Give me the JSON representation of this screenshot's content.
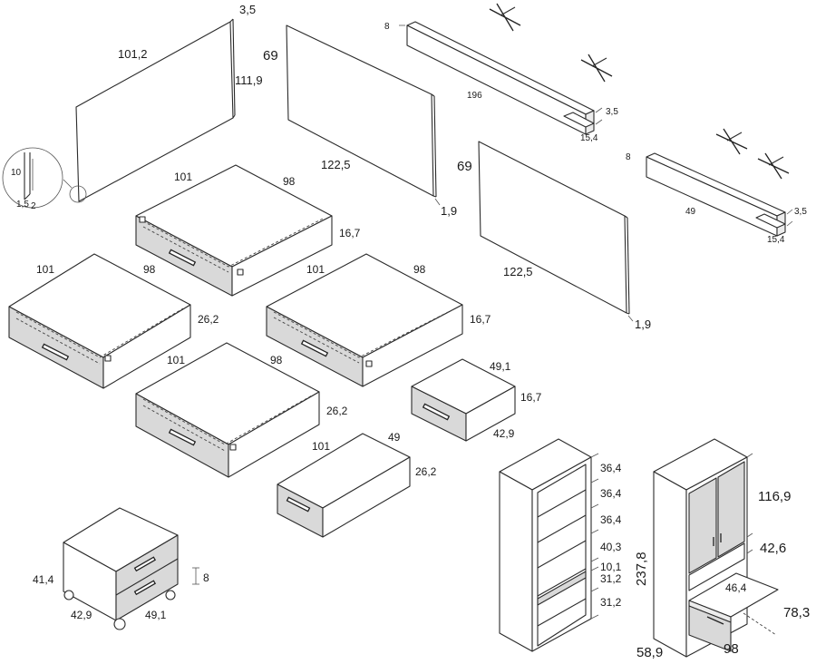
{
  "panel_1": {
    "width": "101,2",
    "height": "111,9",
    "thickness": "3,5"
  },
  "detail": {
    "top": "10",
    "left": "1,5",
    "right": "2"
  },
  "panel_2": {
    "height": "69",
    "width": "122,5",
    "thickness": "1,9"
  },
  "panel_3": {
    "height": "69",
    "width": "122,5",
    "thickness": "1,9"
  },
  "shelf_long": {
    "height": "8",
    "length": "196",
    "thickness": "3,5",
    "depth": "15,4"
  },
  "shelf_short": {
    "height": "8",
    "length": "49",
    "thickness": "3,5",
    "depth": "15,4"
  },
  "drawer_a": {
    "width": "101",
    "depth": "98",
    "height": "16,7"
  },
  "drawer_b": {
    "width": "101",
    "depth": "98",
    "height": "26,2"
  },
  "drawer_c": {
    "width": "101",
    "depth": "98",
    "height": "16,7"
  },
  "drawer_d": {
    "width": "101",
    "depth": "98",
    "height": "26,2"
  },
  "drawer_e": {
    "width": "101",
    "depth": "49",
    "height": "26,2"
  },
  "drawer_f": {
    "width": "49,1",
    "height": "16,7",
    "depth": "42,9"
  },
  "pedestal": {
    "height": "41,4",
    "width": "42,9",
    "depth": "49,1",
    "castor": "8"
  },
  "bookcase": {
    "total_height": "237,8",
    "sections": [
      "36,4",
      "36,4",
      "36,4",
      "40,3",
      "10,1",
      "31,2",
      "31,2"
    ]
  },
  "wardrobe": {
    "upper": "116,9",
    "middle": "42,6",
    "pullout": "46,4",
    "desk_height": "78,3",
    "width": "58,9",
    "depth": "98"
  },
  "colors": {
    "line": "#2b2b2b",
    "drawer_front": "#d9d9d9",
    "background": "#ffffff"
  }
}
